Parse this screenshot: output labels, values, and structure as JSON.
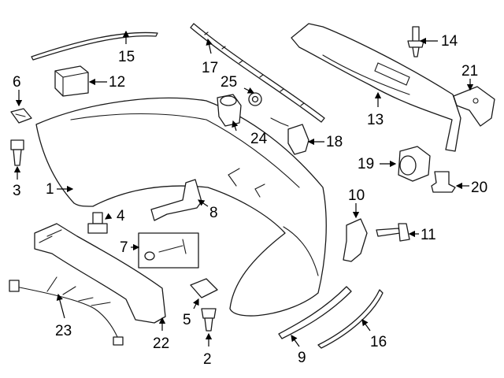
{
  "callouts": [
    "1",
    "2",
    "3",
    "4",
    "5",
    "6",
    "7",
    "8",
    "9",
    "10",
    "11",
    "12",
    "13",
    "14",
    "15",
    "16",
    "17",
    "18",
    "19",
    "20",
    "21",
    "22",
    "23",
    "24",
    "25"
  ],
  "colors": {
    "line": "#1a1a1a",
    "background": "#ffffff"
  }
}
